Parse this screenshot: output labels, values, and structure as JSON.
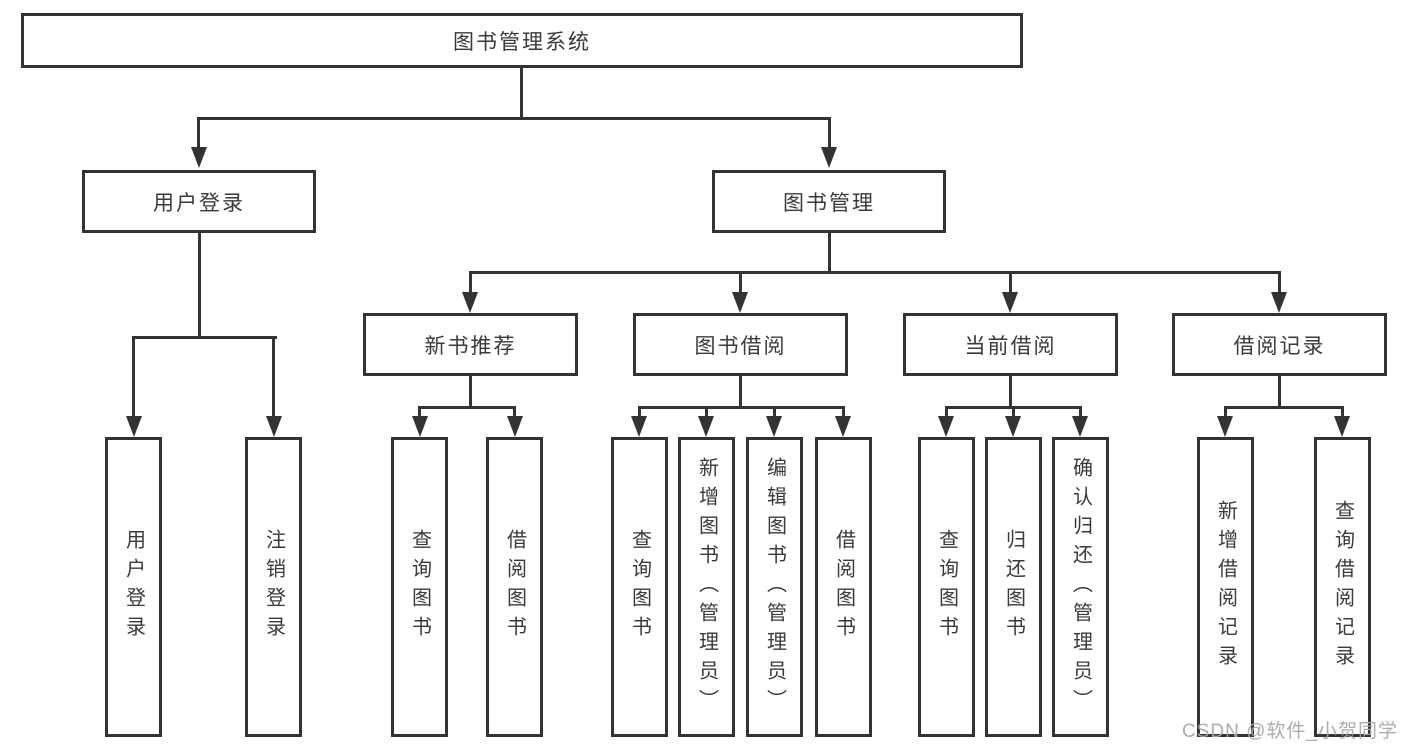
{
  "diagram": {
    "type": "tree-structure-chart",
    "colors": {
      "line": "#333333",
      "box_border": "#333333",
      "box_fill": "#ffffff",
      "text": "#3a3a3a",
      "background": "#ffffff",
      "watermark": "#a8a8a8"
    },
    "nodes": {
      "root": "图书管理系统",
      "user_login": "用户登录",
      "book_mgmt": "图书管理",
      "new_book_rec": "新书推荐",
      "book_borrow": "图书借阅",
      "current_borrow": "当前借阅",
      "borrow_records": "借阅记录",
      "leaf_user_login": "用户登录",
      "leaf_logout": "注销登录",
      "leaf_nbr_query": "查询图书",
      "leaf_nbr_borrow": "借阅图书",
      "leaf_bb_query": "查询图书",
      "leaf_bb_add": "新增图书（管理员）",
      "leaf_bb_edit": "编辑图书（管理员）",
      "leaf_bb_borrow": "借阅图书",
      "leaf_cb_query": "查询图书",
      "leaf_cb_return": "归还图书",
      "leaf_cb_confirm": "确认归还（管理员）",
      "leaf_br_add": "新增借阅记录",
      "leaf_br_query": "查询借阅记录"
    },
    "edges": [
      [
        "root",
        "user_login"
      ],
      [
        "root",
        "book_mgmt"
      ],
      [
        "user_login",
        "leaf_user_login"
      ],
      [
        "user_login",
        "leaf_logout"
      ],
      [
        "book_mgmt",
        "new_book_rec"
      ],
      [
        "book_mgmt",
        "book_borrow"
      ],
      [
        "book_mgmt",
        "current_borrow"
      ],
      [
        "book_mgmt",
        "borrow_records"
      ],
      [
        "new_book_rec",
        "leaf_nbr_query"
      ],
      [
        "new_book_rec",
        "leaf_nbr_borrow"
      ],
      [
        "book_borrow",
        "leaf_bb_query"
      ],
      [
        "book_borrow",
        "leaf_bb_add"
      ],
      [
        "book_borrow",
        "leaf_bb_edit"
      ],
      [
        "book_borrow",
        "leaf_bb_borrow"
      ],
      [
        "current_borrow",
        "leaf_cb_query"
      ],
      [
        "current_borrow",
        "leaf_cb_return"
      ],
      [
        "current_borrow",
        "leaf_cb_confirm"
      ],
      [
        "borrow_records",
        "leaf_br_add"
      ],
      [
        "borrow_records",
        "leaf_br_query"
      ]
    ],
    "watermark": "CSDN @软件_小贺同学"
  }
}
